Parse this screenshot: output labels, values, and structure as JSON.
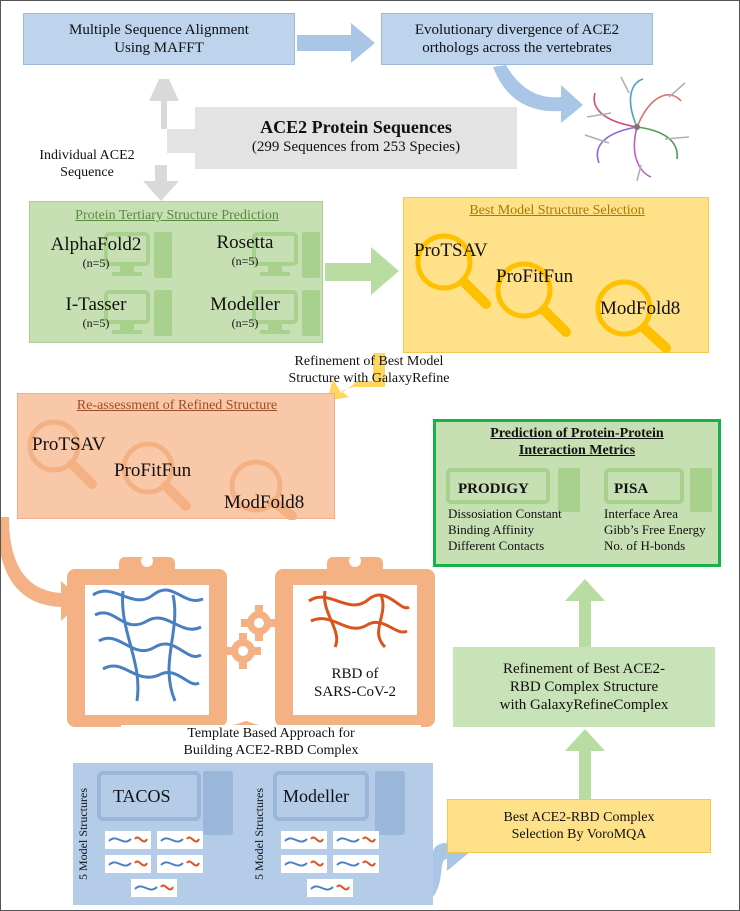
{
  "msa": {
    "line1": "Multiple Sequence Alignment",
    "line2": "Using MAFFT"
  },
  "evo": {
    "line1": "Evolutionary divergence of ACE2",
    "line2": "orthologs across the vertebrates"
  },
  "ace2": {
    "title": "ACE2 Protein Sequences",
    "subtitle": "(299 Sequences from 253 Species)"
  },
  "individual": {
    "line1": "Individual ACE2",
    "line2": "Sequence"
  },
  "tertiary": {
    "title": "Protein Tertiary Structure Prediction",
    "tools": [
      {
        "name": "AlphaFold2",
        "n": "(n=5)"
      },
      {
        "name": "Rosetta",
        "n": "(n=5)"
      },
      {
        "name": "I-Tasser",
        "n": "(n=5)"
      },
      {
        "name": "Modeller",
        "n": "(n=5)"
      }
    ]
  },
  "best_model": {
    "title": "Best Model Structure Selection",
    "tools": [
      "ProTSAV",
      "ProFitFun",
      "ModFold8"
    ]
  },
  "refinement_label": {
    "line1": "Refinement of Best Model",
    "line2": "Structure with GalaxyRefine"
  },
  "reassess": {
    "title": "Re-assessment of Refined Structure",
    "tools": [
      "ProTSAV",
      "ProFitFun",
      "ModFold8"
    ]
  },
  "ppi": {
    "title_line1": "Prediction of Protein-Protein",
    "title_line2": "Interaction Metrics",
    "prodigy": {
      "name": "PRODIGY",
      "items": [
        "Dissosiation Constant",
        "Binding Affinity",
        "Different Contacts"
      ]
    },
    "pisa": {
      "name": "PISA",
      "items": [
        "Interface Area",
        "Gibb’s Free Energy",
        "No. of H-bonds"
      ]
    }
  },
  "rbd": {
    "line1": "RBD of",
    "line2": "SARS-CoV-2"
  },
  "template": {
    "line1": "Template Based Approach for",
    "line2": "Building ACE2-RBD Complex"
  },
  "refine_complex": {
    "line1": "Refinement of Best ACE2-",
    "line2": "RBD Complex Structure",
    "line3": "with GalaxyRefineComplex"
  },
  "voromqa": {
    "line1": "Best ACE2-RBD Complex",
    "line2": "Selection By VoroMQA"
  },
  "bottom": {
    "tacos": {
      "name": "TACOS",
      "side": "5 Model Structures"
    },
    "modeller": {
      "name": "Modeller",
      "side": "5 Model Structures"
    }
  },
  "colors": {
    "blue": "#bdd4ec",
    "green": "#c6e0b4",
    "yellow": "#ffe189",
    "salmon": "#f8c8a8",
    "ppi_border": "#16b34b",
    "arrow_blue": "#a9c6e6",
    "arrow_green": "#b9dca3",
    "arrow_gray": "#d9d9d9",
    "clipboard": "#f4b183",
    "ace2_structure": "#4a7fc1",
    "rbd_structure": "#d9541e"
  },
  "icons": [
    "computer-icon",
    "magnifier-icon",
    "gear-icon",
    "clipboard-icon",
    "phylogenetic-tree-icon",
    "protein-structure-icon"
  ]
}
